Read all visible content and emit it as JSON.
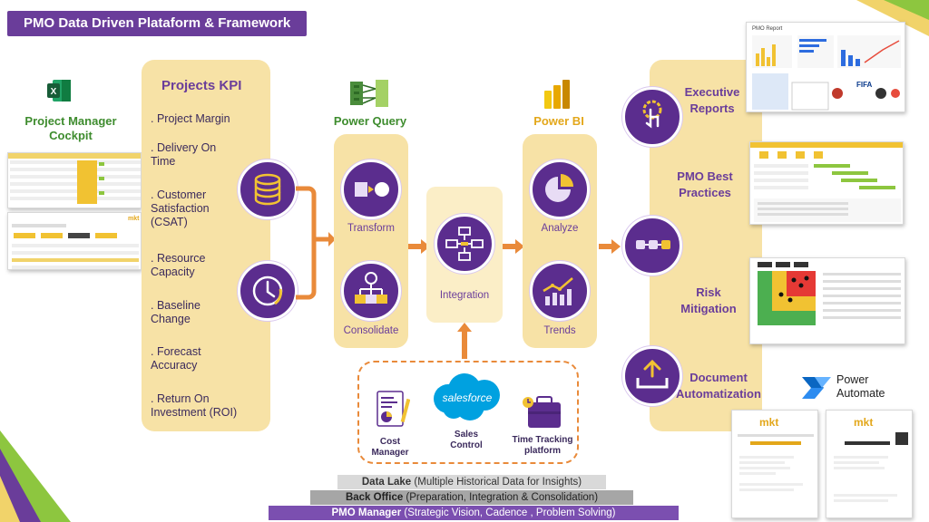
{
  "title": "PMO Data Driven Plataform & Framework",
  "cockpit": {
    "label_line1": "Project Manager",
    "label_line2": "Cockpit",
    "app_icon": "excel-icon"
  },
  "kpi": {
    "title": "Projects KPI",
    "items": [
      ". Project Margin",
      ". Delivery On Time",
      ". Customer Satisfaction (CSAT)",
      ". Resource Capacity",
      ". Baseline Change",
      ". Forecast Accuracy",
      ". Return On Investment (ROI)"
    ]
  },
  "power_query": {
    "title": "Power Query",
    "stages": [
      "Transform",
      "Consolidate"
    ]
  },
  "integration": {
    "label": "Integration"
  },
  "power_bi": {
    "title": "Power BI",
    "stages": [
      "Analyze",
      "Trends"
    ]
  },
  "outputs": [
    {
      "line1": "Executive",
      "line2": "Reports"
    },
    {
      "line1": "PMO Best",
      "line2": "Practices"
    },
    {
      "line1": "Risk",
      "line2": "Mitigation"
    },
    {
      "line1": "Document",
      "line2": "Automatization"
    }
  ],
  "power_automate": {
    "line1": "Power",
    "line2": "Automate"
  },
  "sources": [
    {
      "line1": "Cost",
      "line2": "Manager"
    },
    {
      "line1": "Sales",
      "line2": "Control"
    },
    {
      "line1": "Time Tracking",
      "line2": "platform"
    }
  ],
  "salesforce_logo": "salesforce",
  "thumbnails": {
    "pmo_report_title": "PMO Report",
    "logo_brand": "mkt",
    "fifa": "FIFA"
  },
  "bottom_bars": [
    {
      "bold": "Data Lake",
      "rest": " (Multiple Historical Data for Insights)"
    },
    {
      "bold": "Back Office",
      "rest": " (Preparation, Integration & Consolidation)"
    },
    {
      "bold": "PMO Manager",
      "rest": " (Strategic Vision, Cadence , Problem Solving)"
    }
  ],
  "colors": {
    "purple": "#6a3d9a",
    "gold": "#f7e2a6",
    "orange": "#e98a3a",
    "green": "#3e8c2e",
    "yellow": "#e3a71a"
  }
}
